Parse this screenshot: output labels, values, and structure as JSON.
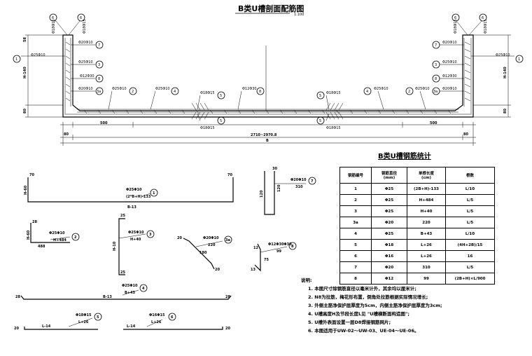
{
  "section": {
    "title": "B类U槽剖面配筋图",
    "scale": "1:100",
    "dims": {
      "left_edge": "80",
      "right_edge": "80",
      "seg_500_left": "500",
      "seg_500_right": "500",
      "span": "2710~2970.8",
      "total": "B",
      "h140_left": "H-140",
      "h140_right": "H-140",
      "h80_left": "80",
      "h80_right": "80",
      "left_58": "58"
    },
    "labels": {
      "top_6a": "Φ18Φ15",
      "top_6b": "Φ18Φ15",
      "b7": "Φ20Φ10",
      "b1": "Φ25Φ10",
      "b8": "Φ12Φ30",
      "b3a": "Φ20Φ10",
      "b2": "Φ25Φ10",
      "b4": "Φ25Φ10",
      "b5": "Φ18Φ15",
      "b8m": "Φ12Φ30",
      "b5low": "Φ18Φ15"
    },
    "circles": [
      "1",
      "2",
      "3",
      "3a",
      "4",
      "5",
      "6",
      "7",
      "8"
    ]
  },
  "details": {
    "r1": {
      "label": "Φ25Φ10",
      "len": "(2*B+H)-133",
      "name": "B-13",
      "h": "H-60",
      "hook": "70"
    },
    "r7": {
      "label": "Φ20Φ10",
      "len": "310",
      "h1": "120",
      "h2": "120",
      "top": "30"
    },
    "r2": {
      "label": "Φ25Φ10",
      "len": "H+484",
      "bot": "488",
      "h": "H-60",
      "top": "28"
    },
    "r3": {
      "label": "Φ25Φ10",
      "len": "H+40",
      "h": "H-10",
      "top": "25",
      "bot": "25"
    },
    "r3a": {
      "label": "Φ20Φ10",
      "len": "220",
      "seg": "180",
      "a": "20",
      "b": "20"
    },
    "r8": {
      "label": "Φ12Φ30Φ30",
      "len": "99",
      "a": "12",
      "b": "75",
      "c": "13"
    },
    "r4": {
      "label": "Φ25Φ10",
      "len": "B+43",
      "name": "B-13",
      "a": "28",
      "b": "28"
    },
    "r5": {
      "label": "Φ18Φ15",
      "len": "L+26",
      "name": "L-14",
      "a": "20"
    },
    "r6": {
      "label": "Φ16Φ15",
      "len": "L+26",
      "name": "L-14",
      "b": "20"
    }
  },
  "table": {
    "title": "B类U槽钢筋统计",
    "headers": [
      "钢筋编号",
      "钢筋直径\n(mm)",
      "单根长度\n(cm)",
      "根数"
    ],
    "rows": [
      [
        "1",
        "Φ25",
        "(2B+H)-133",
        "L/10"
      ],
      [
        "2",
        "Φ25",
        "H+484",
        "L/5"
      ],
      [
        "3",
        "Φ25",
        "H+40",
        "L/5"
      ],
      [
        "3a",
        "Φ20",
        "220",
        "L/5"
      ],
      [
        "4",
        "Φ25",
        "B+43",
        "L/10"
      ],
      [
        "5",
        "Φ18",
        "L+26",
        "(4H+2B)/15"
      ],
      [
        "6",
        "Φ16",
        "L+26",
        "16"
      ],
      [
        "7",
        "Φ20",
        "310",
        "L/5"
      ],
      [
        "8",
        "Φ12",
        "99",
        "(2B+H)×L/900"
      ]
    ]
  },
  "notes": {
    "heading": "说明:",
    "items": [
      "1. 本图尺寸除钢筋直径以毫米计外，其余均以厘米计;",
      "2. N8为拉筋，梅花形布置，倒角处拉筋根据实际情况增长;",
      "3. 外侧主筋净保护层厚度为5cm，内侧主筋净保护层厚度为3cm;",
      "4. U槽高度H及节段长度L见 \"U槽横断面构造图\";",
      "5. U槽外表面设置一层D8焊接钢筋网片;",
      "6. 本图适用于UW-02～UW-03、UE-04～UE-06。"
    ]
  }
}
